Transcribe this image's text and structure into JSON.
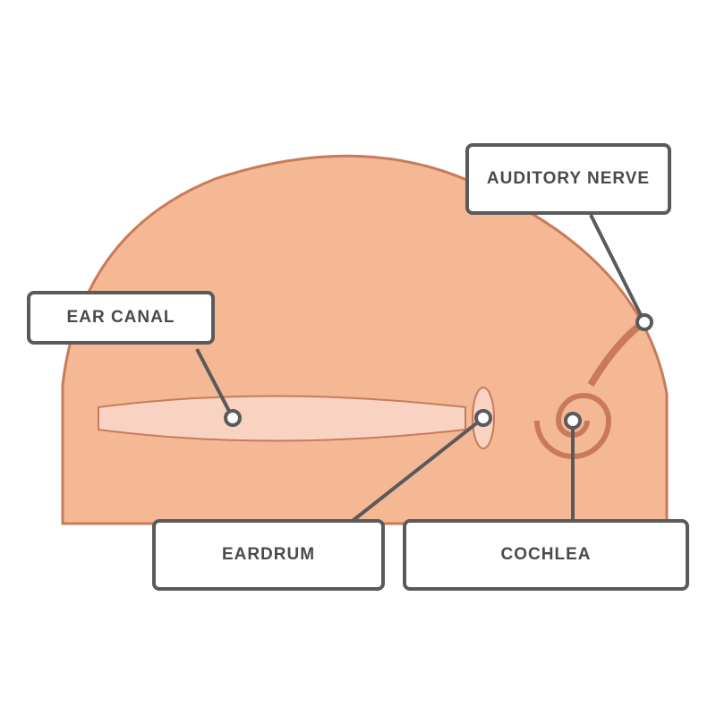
{
  "labels": {
    "canal": "EAR CANAL",
    "drum": "EARDRUM",
    "cochlea": "COCHLEA",
    "nerve": "AUDITORY NERVE"
  },
  "colors": {
    "body": "#f5b895",
    "outline": "#c97a5b",
    "channel": "#f9d3c1",
    "line": "#5a5a5a"
  }
}
